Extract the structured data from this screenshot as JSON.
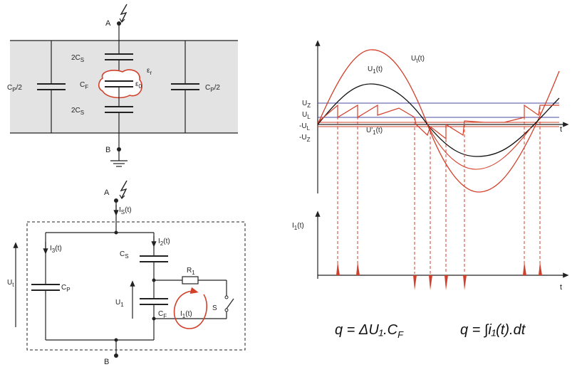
{
  "top_circuit": {
    "node_a": "A",
    "node_b": "B",
    "cap_left": "C",
    "cap_left_sub": "P",
    "cap_left_suffix": "/2",
    "cap_right": "C",
    "cap_right_sub": "P",
    "cap_right_suffix": "/2",
    "cs_top": "2C",
    "cs_top_sub": "S",
    "cf": "C",
    "cf_sub": "F",
    "cs_bottom": "2C",
    "cs_bottom_sub": "S",
    "eps_r": "ε",
    "eps_r_sub": "r",
    "eps_0": "ε",
    "eps_0_sub": "0"
  },
  "bottom_circuit": {
    "node_a": "A",
    "node_b": "B",
    "i_s": "I",
    "i_s_sub": "S",
    "i_s_suffix": "(t)",
    "i_3": "I",
    "i_3_sub": "3",
    "i_3_suffix": "(t)",
    "i_2": "I",
    "i_2_sub": "2",
    "i_2_suffix": "(t)",
    "i_1": "I",
    "i_1_sub": "1",
    "i_1_suffix": "(t)",
    "u_t": "U",
    "u_t_sub": "t",
    "u_1": "U",
    "u_1_sub": "1",
    "cs": "C",
    "cs_sub": "S",
    "cp": "C",
    "cp_sub": "P",
    "cf": "C",
    "cf_sub": "F",
    "r1": "R",
    "r1_sub": "1",
    "switch": "S"
  },
  "voltage_plot": {
    "u_t": "U",
    "u_t_sub": "t",
    "u_t_suffix": "(t)",
    "u_1": "U",
    "u_1_sub": "1",
    "u_1_suffix": "(t)",
    "u_prime_1": "U'",
    "u_prime_1_sub": "1",
    "u_prime_1_suffix": "(t)",
    "uz": "U",
    "uz_sub": "Z",
    "ul": "U",
    "ul_sub": "L",
    "neg_ul": "-U",
    "neg_ul_sub": "L",
    "neg_uz": "-U",
    "neg_uz_sub": "Z",
    "t_axis": "t"
  },
  "current_plot": {
    "i_1": "I",
    "i_1_sub": "1",
    "i_1_suffix": "(t)",
    "t_axis": "t"
  },
  "formulas": {
    "charge_voltage": "q = ΔU₁.C",
    "charge_voltage_sub": "F",
    "charge_integral": "q = ∫i₁(t).dt"
  },
  "colors": {
    "red": "#d2402a",
    "black": "#111111",
    "blue": "#4a4aa0",
    "shade": "#e3e3e3"
  }
}
